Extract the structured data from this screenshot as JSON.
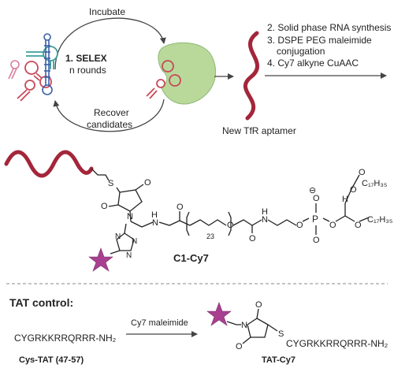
{
  "selex": {
    "incubate": "Incubate",
    "step_label": "1. SELEX",
    "rounds": "n rounds",
    "recover_1": "Recover",
    "recover_2": "candidates"
  },
  "synthesis_steps": {
    "s2": "2. Solid phase RNA synthesis",
    "s3a": "3. DSPE PEG maleimide",
    "s3b": "conjugation",
    "s4": "4. Cy7 alkyne CuAAC"
  },
  "aptamer_label": "New TfR aptamer",
  "structure": {
    "peg_repeat": "23",
    "charge": "⊖",
    "lipid_chain_1": "C₁₇H₃₅",
    "lipid_chain_2": "C₁₇H₃₅",
    "stereo_h": "H",
    "compound_name": "C1-Cy7"
  },
  "tat": {
    "heading": "TAT control:",
    "peptide_sequence": "CYGRKKRRQRRR-NH₂",
    "reagent": "Cy7 maleimide",
    "product_sequence": "CYGRKKRRQRRR-NH₂",
    "peptide_name": "Cys-TAT (47-57)",
    "product_name": "TAT-Cy7"
  },
  "colors": {
    "aptamer": "#a3263a",
    "dye_star": "#a8408f",
    "target_protein": "#b8d99a",
    "rna_blue": "#3a5fa8",
    "rna_teal": "#3b9e9a",
    "rna_pink": "#d97da0"
  }
}
